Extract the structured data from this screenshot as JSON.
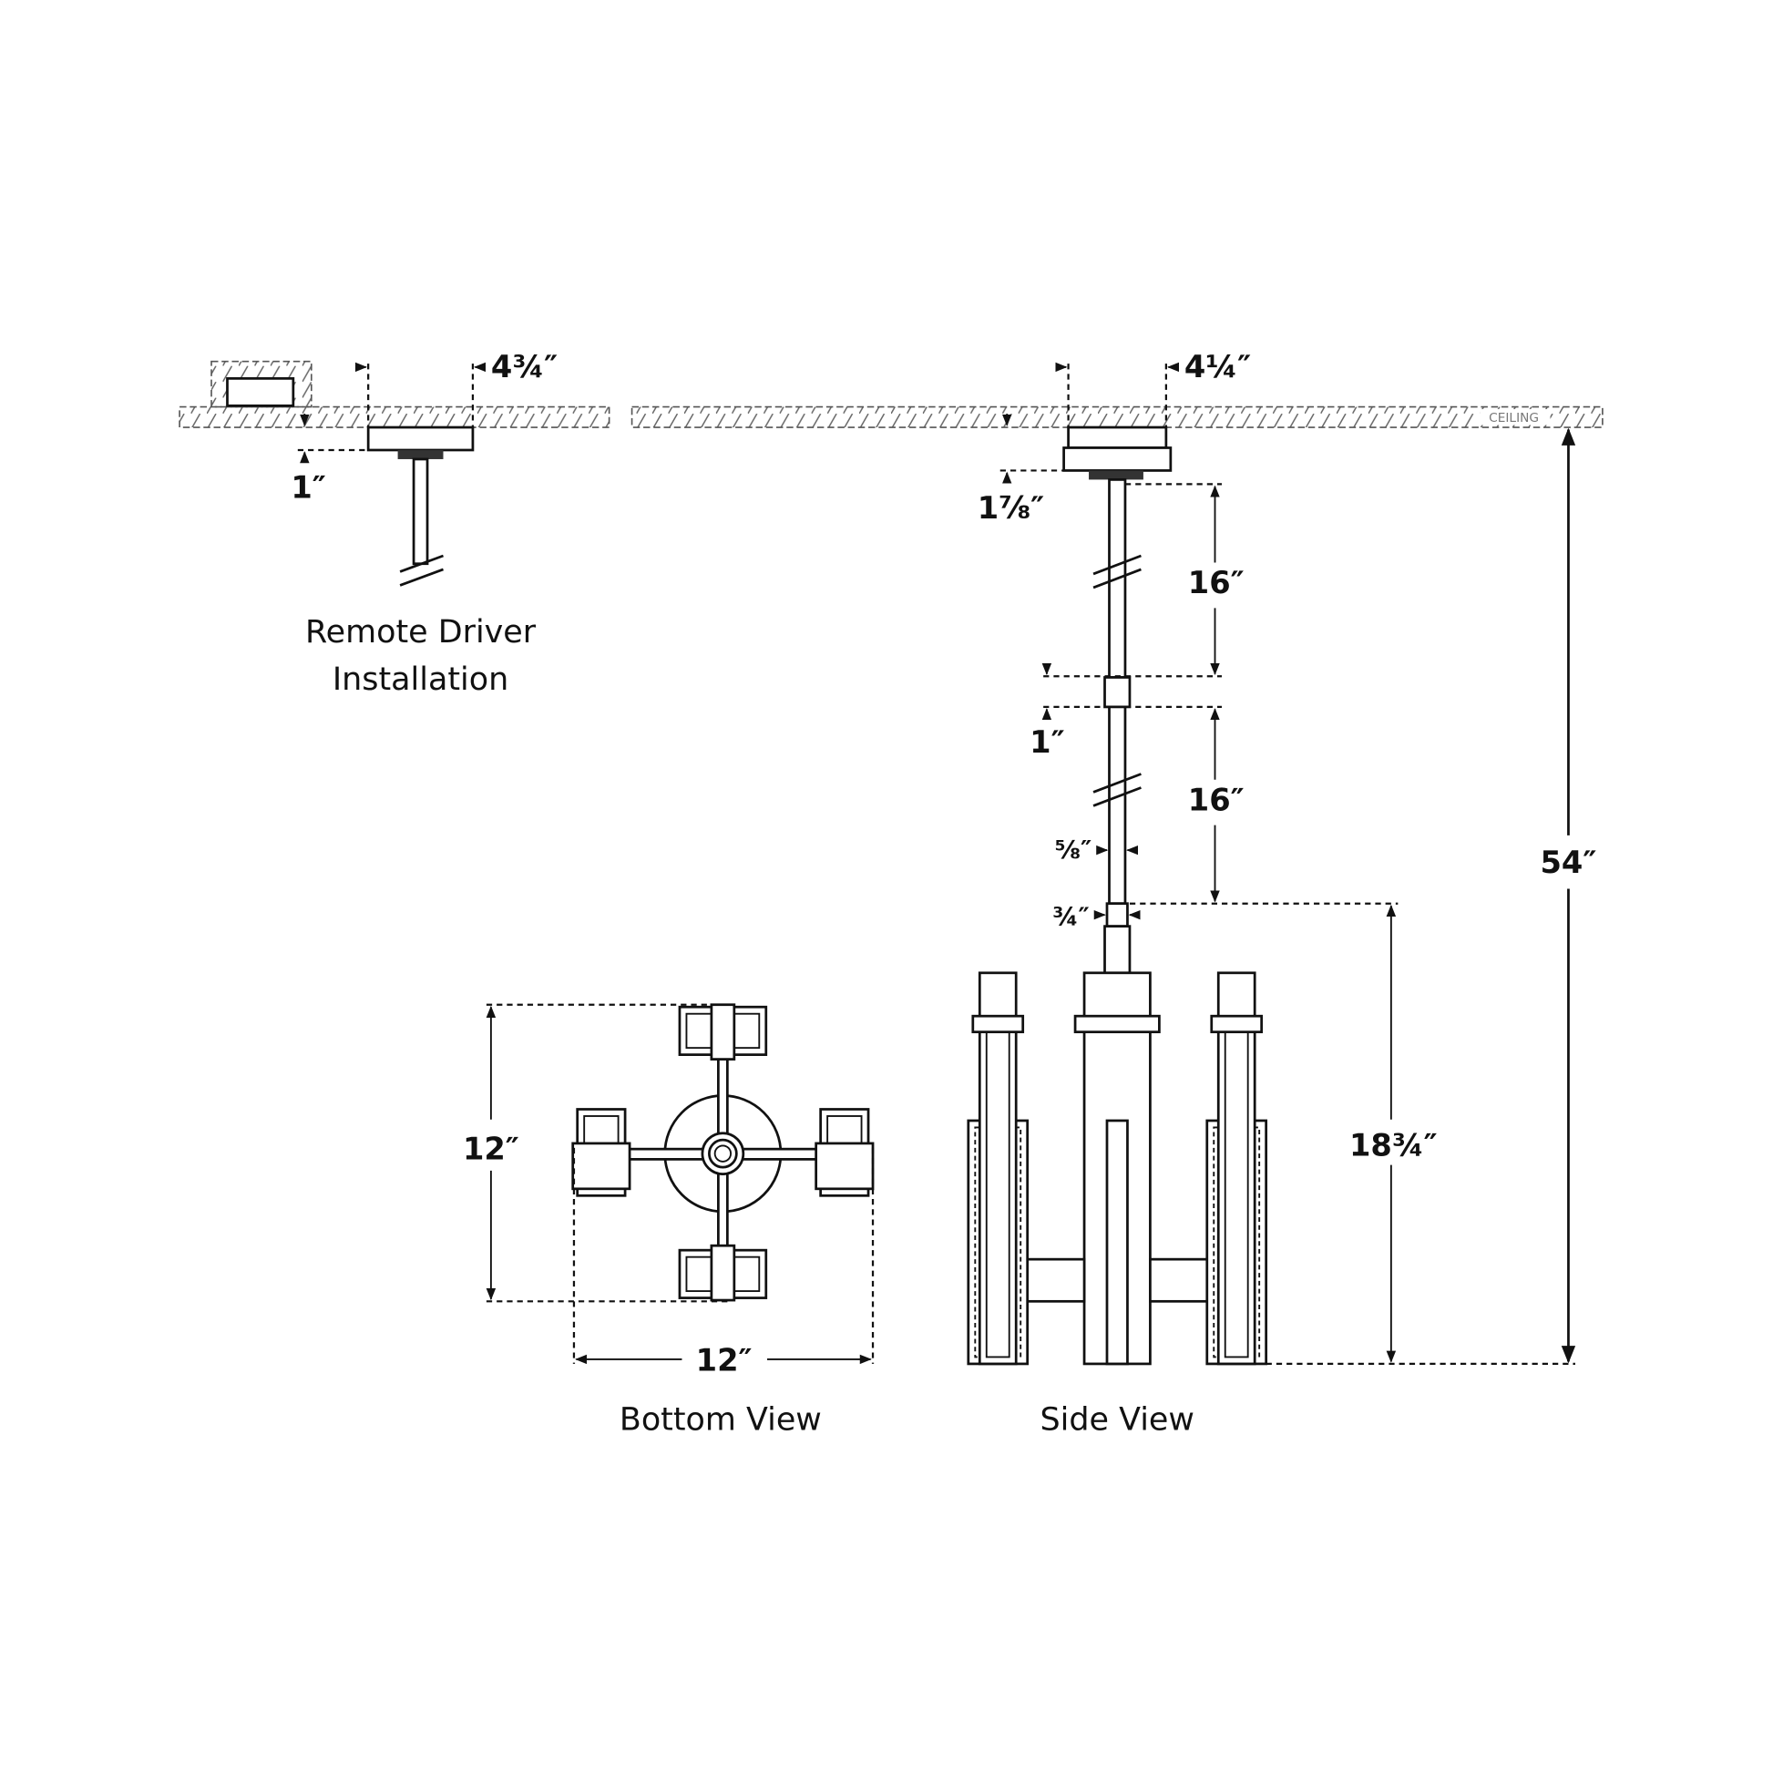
{
  "remote_driver": {
    "title_line1": "Remote Driver",
    "title_line2": "Installation",
    "canopy_width": "4¾″",
    "canopy_height": "1″"
  },
  "side_view": {
    "title": "Side View",
    "ceiling_label": "CEILING",
    "canopy_width": "4¼″",
    "canopy_height": "1⅞″",
    "stem_upper": "16″",
    "coupling": "1″",
    "stem_lower": "16″",
    "stem_diameter": "⅝″",
    "collar": "¾″",
    "fixture_height": "18¾″",
    "overall_height": "54″"
  },
  "bottom_view": {
    "title": "Bottom View",
    "depth": "12″",
    "width": "12″"
  }
}
